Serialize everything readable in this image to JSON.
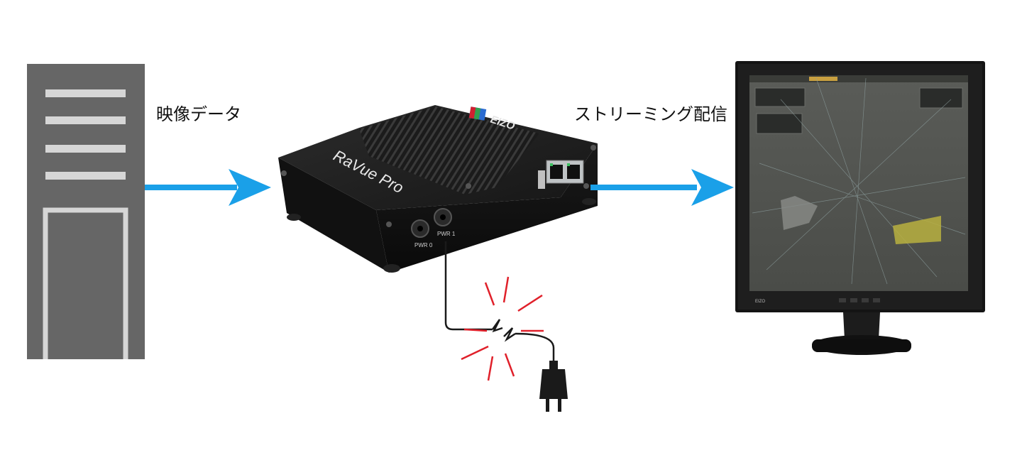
{
  "labels": {
    "video_data": "映像データ",
    "streaming": "ストリーミング配信"
  },
  "device": {
    "brand": "EIZO",
    "model": "RaVue Pro",
    "port_pwr0": "PWR 0",
    "port_pwr1": "PWR 1"
  },
  "monitor": {
    "brand": "EIZO"
  },
  "colors": {
    "arrow": "#1aa0e8",
    "server": "#666666",
    "spark": "#e0202a"
  }
}
